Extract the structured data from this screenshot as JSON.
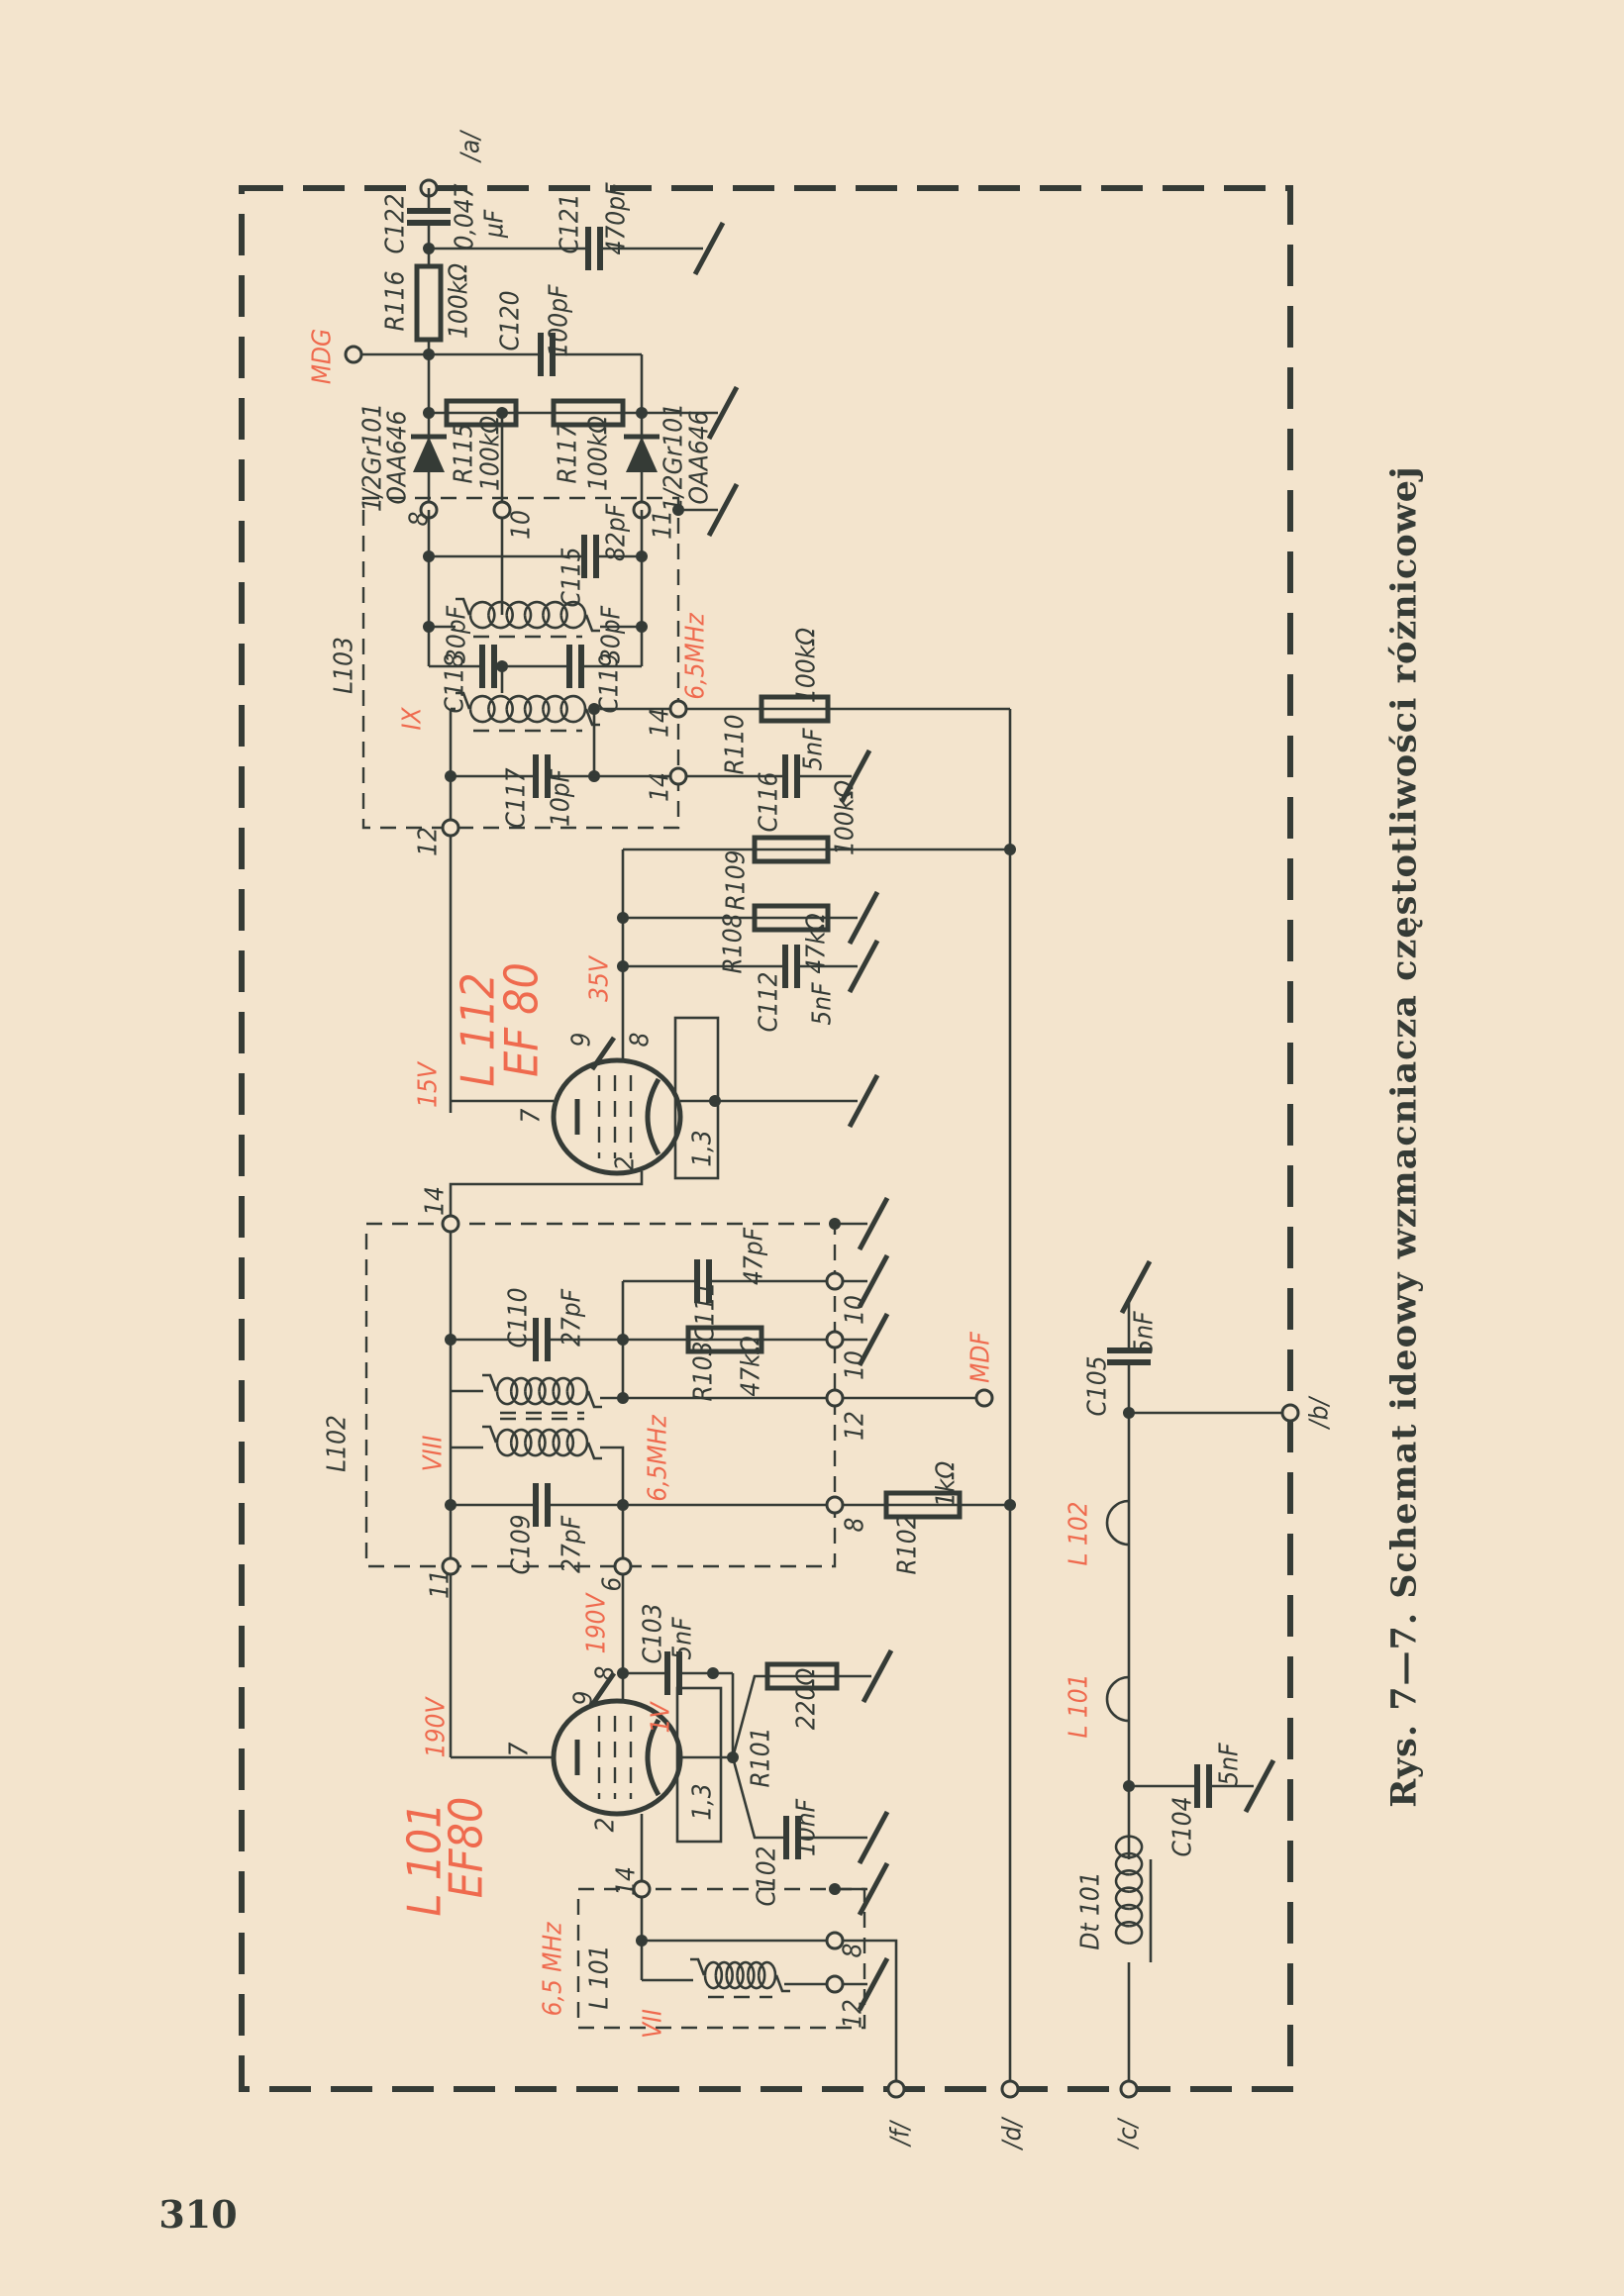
{
  "page_number": "310",
  "caption": "Rys. 7—7. Schemat ideowy wzmacniacza częstotliwości różnicowej",
  "colors": {
    "ink": "#353b36",
    "red_annotation": "#ef6a4e",
    "paper": "#f3e4cd"
  },
  "terminals": {
    "a": "/a/",
    "b": "/b/",
    "c": "/c/",
    "d": "/d/",
    "f": "/f/",
    "mdg": "MDG",
    "mdf": "MDF"
  },
  "labels": {
    "c122": "C122",
    "c122_val1": "0,047",
    "c122_val2": "µF",
    "c121": "C121",
    "c121_val": "470pF",
    "r116": "R116",
    "r116_val": "100kΩ",
    "c120": "C120",
    "c120_val": "100pF",
    "r115": "R115",
    "r115_val": "100kΩ",
    "r117": "R117",
    "r117_val": "100kΩ",
    "d_left_1": "1/2Gr101",
    "d_left_2": "OAA646",
    "d_right_1": "1/2Gr101",
    "d_right_2": "OAA646",
    "pin8_l103": "8",
    "pin10_l103": "10",
    "pin11_l103": "11",
    "c82_val": "82pF",
    "c115": "C115",
    "c118_val": "30pF",
    "c119_val": "30pF",
    "c118": "C118",
    "c119": "C119",
    "l103": "L103",
    "ix": "IX",
    "freq_l103": "6,5MHz",
    "pin14a_l103": "14",
    "pin14b_l103": "14",
    "pin12_l103": "12",
    "c117": "C117",
    "c117_val": "10pF",
    "r110": "R110",
    "r110_val": "100kΩ",
    "c116": "C116",
    "c116_val": "5nF",
    "r109": "R109",
    "r109_val": "100kΩ",
    "r108": "R108",
    "r108_val": "47kΩ",
    "c112": "C112",
    "c112_val": "5nF",
    "l112": "L 112",
    "l112_type": "EF 80",
    "v15": "15V",
    "v35": "35V",
    "l112_pin9": "9",
    "l112_pin8": "8",
    "l112_pin7": "7",
    "l112_pin2": "2",
    "l112_pin13": "1,3",
    "pin14_l102": "14",
    "c110": "C110",
    "c110_val": "27pF",
    "c111": "C111",
    "c111_val": "47pF",
    "r103": "R103",
    "r103_val": "47kΩ",
    "pin10a_l102": "10",
    "pin10b_l102": "10",
    "pin12_l102": "12",
    "pin8_l102": "8",
    "l102": "L102",
    "viii": "VIII",
    "freq_l102": "6,5MHz",
    "c109": "C109",
    "c109_val": "27pF",
    "r102": "R102",
    "r102_val": "1kΩ",
    "pin11_l102": "11",
    "pin6_l102": "6",
    "v190_a": "190V",
    "v190_b": "190V",
    "v1": "1V",
    "l101_pin9": "9",
    "l101_pin8": "8",
    "l101_pin7": "7",
    "l101_pin2": "2",
    "l101_pin13": "1,3",
    "c103": "C103",
    "c103_val": "5nF",
    "r101": "R101",
    "r101_val": "220Ω",
    "c102": "C102",
    "c102_val": "10nF",
    "l101": "L 101",
    "l101_type": "EF80",
    "pin14_l101": "14",
    "freq_l101": "6,5 MHz",
    "l101_coil": "L 101",
    "vii": "VII",
    "pin8_l101": "8",
    "pin12_l101": "12",
    "l102_choke": "L 102",
    "l101_choke": "L 101",
    "c104": "C104",
    "c104_val": "5nF",
    "dt101": "Dt 101",
    "c105": "C105",
    "c105_val": "5nF"
  }
}
